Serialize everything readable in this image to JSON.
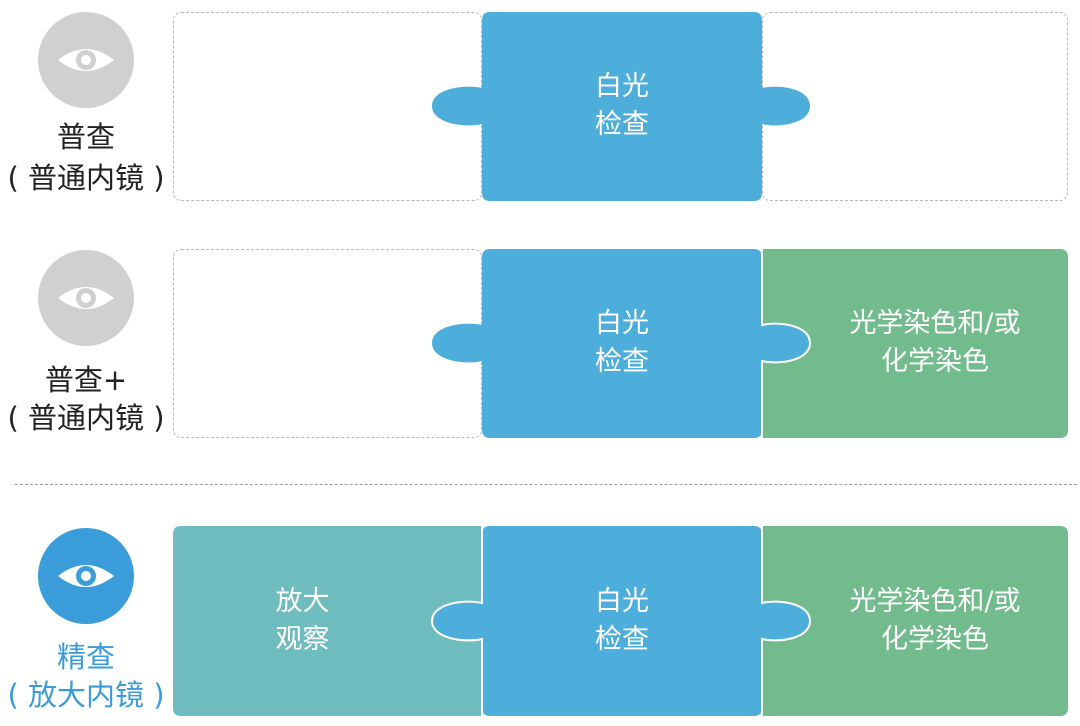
{
  "colors": {
    "white_light": "#4eaedb",
    "stain": "#72bb8c",
    "magnify": "#6fbcbe",
    "eye_gray": "#d0d0d0",
    "eye_blue": "#3a9dd9",
    "dashed": "#b8b8b8"
  },
  "icons": {
    "eye": "eye-icon"
  },
  "rows": [
    {
      "title": "普查",
      "subtitle": "( 普通内镜 )",
      "blocks": {
        "white_light": "白光\n检查"
      }
    },
    {
      "title": "普查+",
      "subtitle": "( 普通内镜 )",
      "blocks": {
        "white_light": "白光\n检查",
        "stain": "光学染色和/或\n化学染色"
      }
    },
    {
      "title": "精查",
      "subtitle": "( 放大内镜 )",
      "blocks": {
        "magnify": "放大\n观察",
        "white_light": "白光\n检查",
        "stain": "光学染色和/或\n化学染色"
      }
    }
  ]
}
